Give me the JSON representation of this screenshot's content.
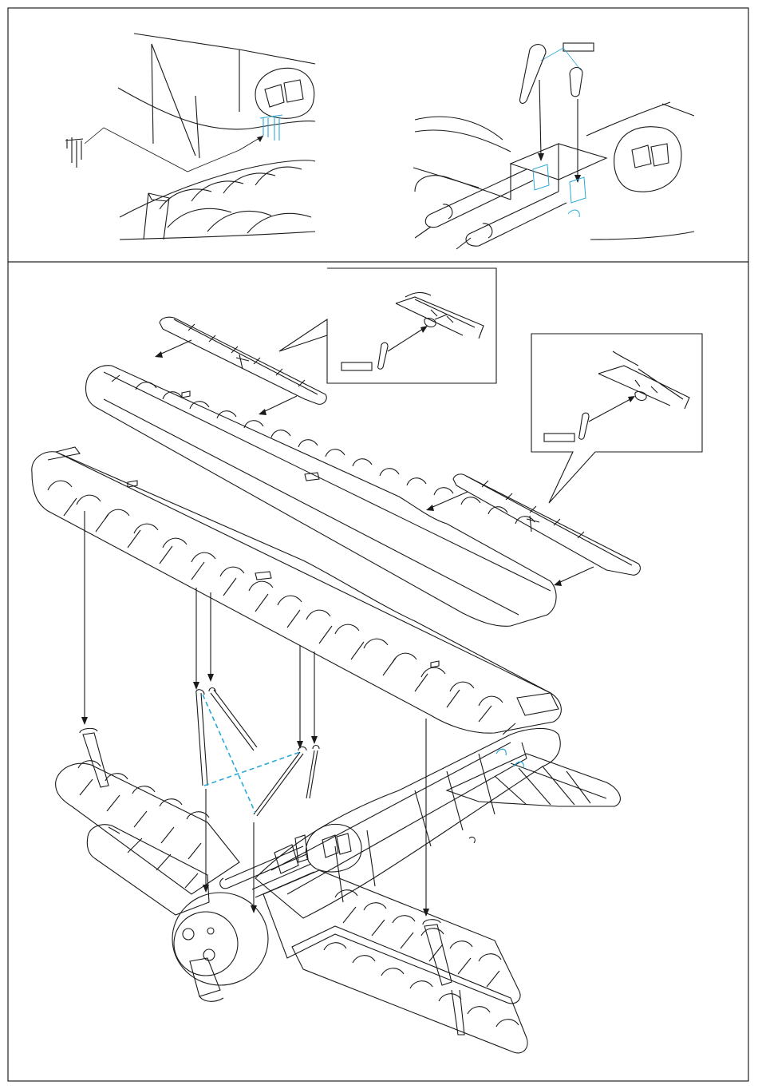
{
  "sheet": {
    "title": "",
    "panels": [
      {
        "id": "top-left",
        "subject": "cockpit-guns-detail-left"
      },
      {
        "id": "top-right",
        "subject": "cockpit-guns-detail-right"
      },
      {
        "id": "main",
        "subject": "triplane-wing-assembly"
      }
    ]
  },
  "callouts": {
    "gun_part_label": "",
    "upper_wing_detail_label": "",
    "aileron_detail_label": ""
  },
  "colors": {
    "line": "#1a1a1a",
    "etch_accent": "#2aa8d8",
    "background": "#ffffff",
    "frame": "#222222"
  }
}
